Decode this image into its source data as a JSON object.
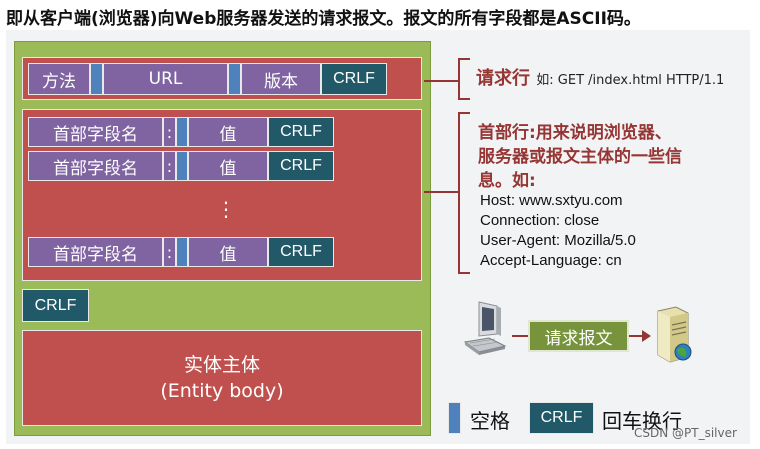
{
  "title": "即从客户端(浏览器)向Web服务器发送的请求报文。报文的所有字段都是ASCII码。",
  "request_line": {
    "method": "方法",
    "url": "URL",
    "version": "版本",
    "crlf": "CRLF"
  },
  "header_rows": [
    {
      "name": "首部字段名",
      "colon": ":",
      "value": "值",
      "crlf": "CRLF"
    },
    {
      "name": "首部字段名",
      "colon": ":",
      "value": "值",
      "crlf": "CRLF"
    },
    {
      "name": "首部字段名",
      "colon": ":",
      "value": "值",
      "crlf": "CRLF"
    }
  ],
  "ellipsis": "⋮",
  "blank_line_crlf": "CRLF",
  "entity": {
    "line1": "实体主体",
    "line2": "(Entity body)"
  },
  "annotations": {
    "request_line_label": "请求行",
    "request_line_example": "如: GET /index.html HTTP/1.1",
    "header_label_lines": [
      "首部行:用来说明浏览器、",
      "服务器或报文主体的一些信",
      "息。如:"
    ],
    "header_examples": [
      "Host: www.sxtyu.com",
      "Connection: close",
      "User-Agent: Mozilla/5.0",
      "Accept-Language: cn"
    ]
  },
  "flow": {
    "message_label": "请求报文"
  },
  "legend": {
    "space_label": "空格",
    "crlf_box": "CRLF",
    "crlf_label": "回车换行"
  },
  "watermark": "CSDN @PT_silver",
  "colors": {
    "frame_green": "#9bbb59",
    "section_red": "#c0504d",
    "field_purple": "#8064a2",
    "space_blue": "#4f81bd",
    "crlf_teal": "#215968",
    "annotation_red": "#963634"
  }
}
